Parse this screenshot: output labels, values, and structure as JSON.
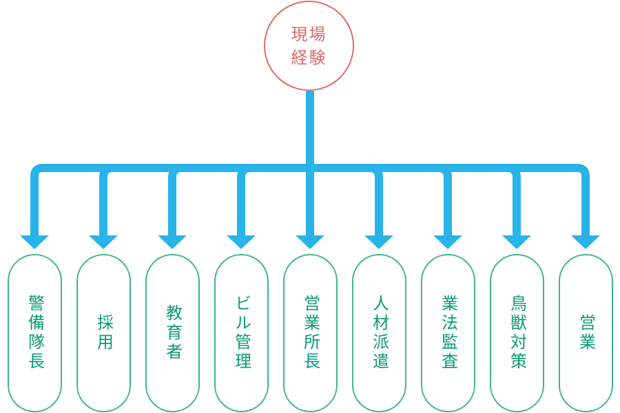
{
  "root": {
    "line1": "現場",
    "line2": "経験",
    "color": "#e06b6b"
  },
  "children": [
    {
      "label": "警備隊長"
    },
    {
      "label": "採用"
    },
    {
      "label": "教育者"
    },
    {
      "label": "ビル管理"
    },
    {
      "label": "営業所長"
    },
    {
      "label": "人材派遣"
    },
    {
      "label": "業法監査"
    },
    {
      "label": "鳥獣対策"
    },
    {
      "label": "営業"
    }
  ],
  "colors": {
    "connector": "#29b3e8",
    "child_border": "#3fb58a",
    "child_text": "#0a9a78"
  }
}
